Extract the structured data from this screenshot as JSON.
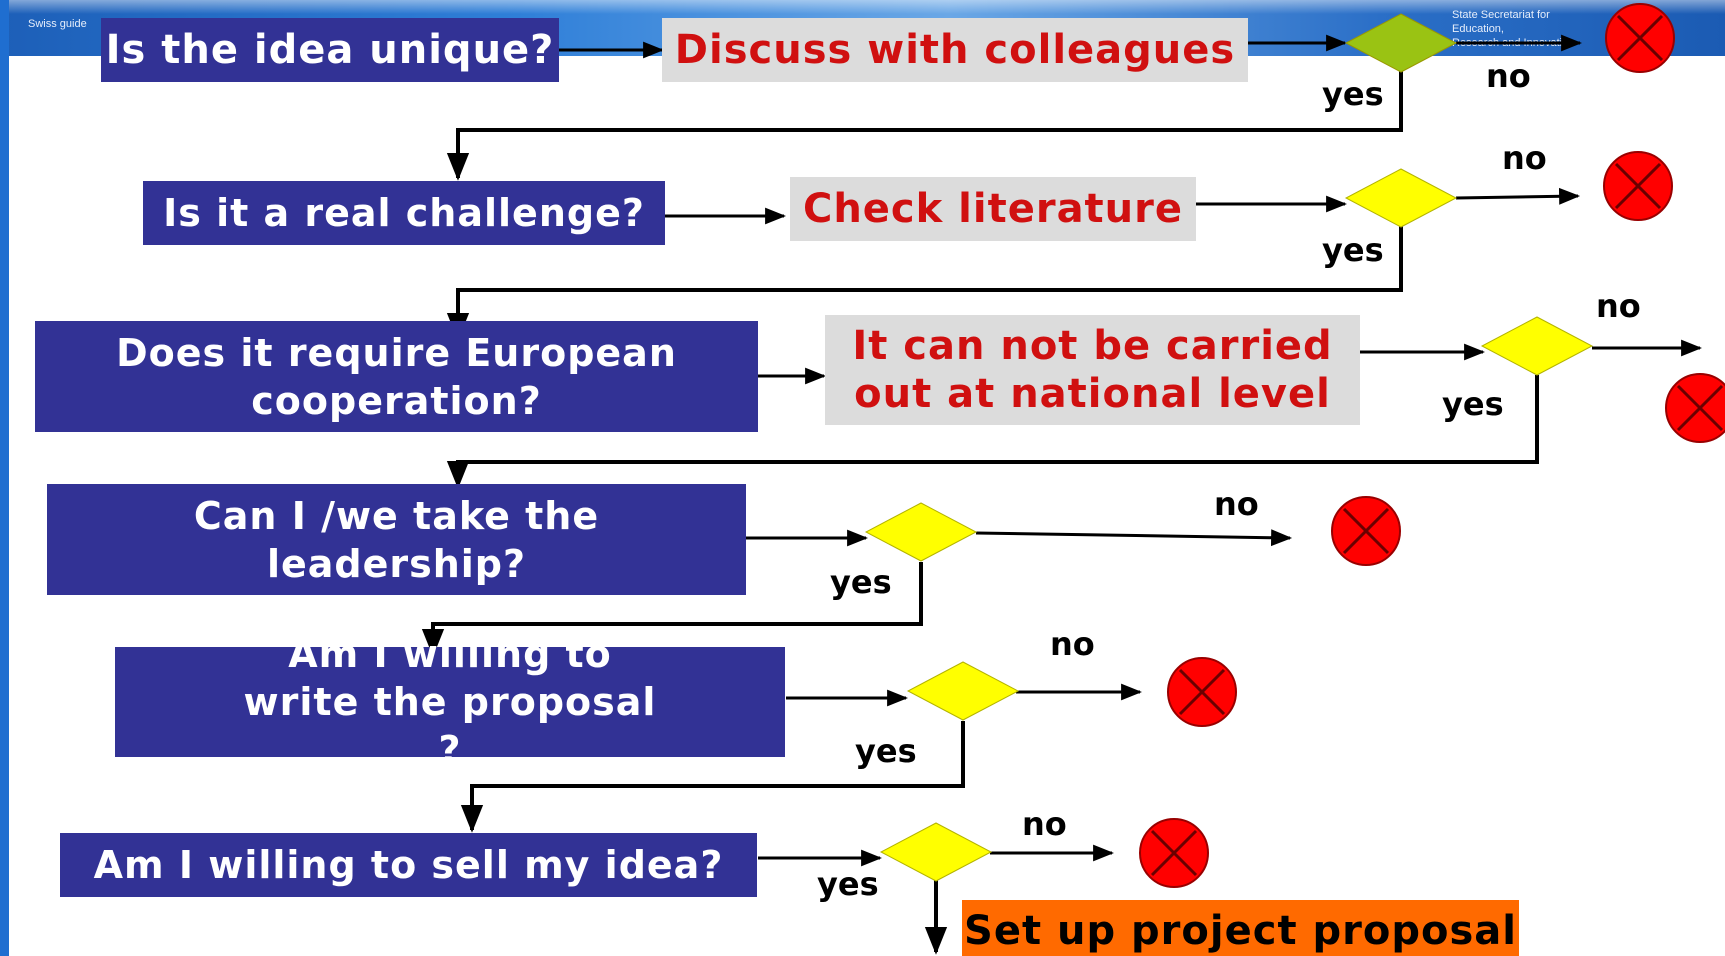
{
  "header": {
    "left_caption": "Swiss guide",
    "right_caption": "State Secretariat for Education,\nResearch and Innovation"
  },
  "colors": {
    "question_box": "#323295",
    "action_box": "#dcdcdc",
    "action_text": "#d01010",
    "decision": "#ffff00",
    "stop": "#ff0000",
    "final_box": "#ff6a00"
  },
  "steps": [
    {
      "question": "Is the idea unique?",
      "action": "Discuss with colleagues",
      "yes": "yes",
      "no": "no"
    },
    {
      "question": "Is it a real challenge?",
      "action": "Check literature",
      "yes": "yes",
      "no": "no"
    },
    {
      "question": "Does it require European cooperation?",
      "action": "It can not be carried out at national level",
      "yes": "yes",
      "no": "no"
    },
    {
      "question": "Can I /we take  the leadership?",
      "yes": "yes",
      "no": "no"
    },
    {
      "question": "Am I willing to write the proposal ?",
      "yes": "yes",
      "no": "no"
    },
    {
      "question": "Am I willing to sell my idea?",
      "yes": "yes",
      "no": "no"
    }
  ],
  "final": "Set up project proposal",
  "icons": {
    "decision": "diamond-icon",
    "stop": "stop-x-icon"
  }
}
